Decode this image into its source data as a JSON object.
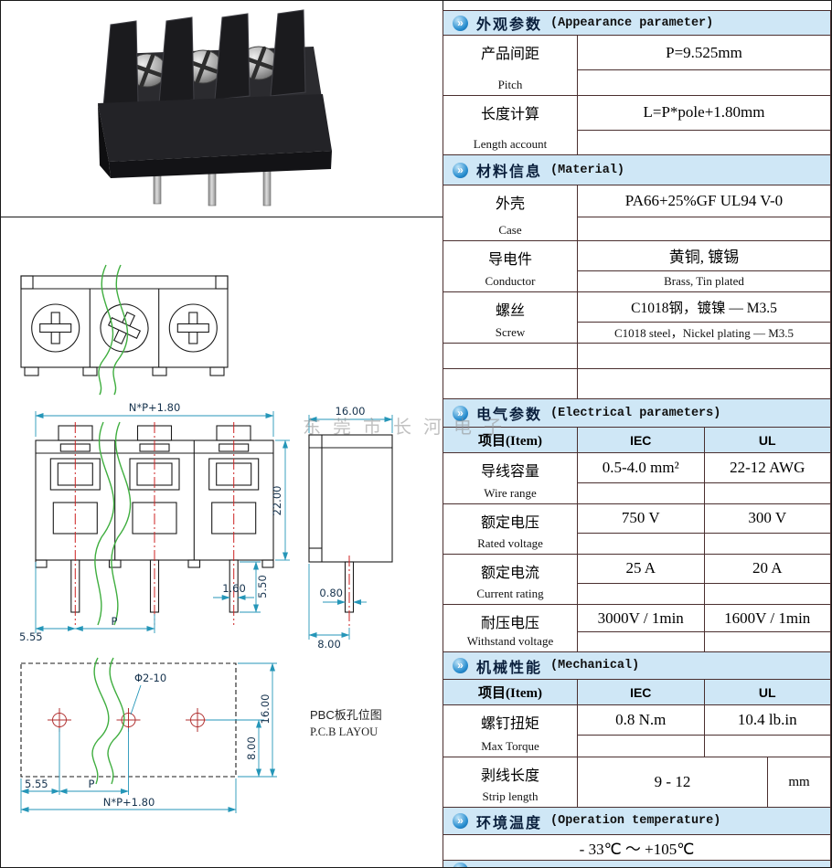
{
  "watermark": "东莞市长河电子",
  "ui": {
    "icon_glyph": "»"
  },
  "colors": {
    "header_bg": "#cfe7f6",
    "grid": "#4a2f2f",
    "dimension_line": "#2596b8",
    "centerline_red": "#cc2222",
    "breakline_green": "#3fae3f"
  },
  "sections": {
    "appearance": {
      "title_zh": "外观参数",
      "title_en": "(Appearance parameter)",
      "rows": [
        {
          "label_zh": "产品间距",
          "label_en": "Pitch",
          "value": "P=9.525mm",
          "value_en": ""
        },
        {
          "label_zh": "长度计算",
          "label_en": "Length account",
          "value": "L=P*pole+1.80mm",
          "value_en": ""
        }
      ]
    },
    "material": {
      "title_zh": "材料信息",
      "title_en": "(Material)",
      "rows": [
        {
          "label_zh": "外壳",
          "label_en": "Case",
          "value": "PA66+25%GF UL94 V-0",
          "value_en": ""
        },
        {
          "label_zh": "导电件",
          "label_en": "Conductor",
          "value": "黄铜, 镀锡",
          "value_en": "Brass, Tin plated"
        },
        {
          "label_zh": "螺丝",
          "label_en": "Screw",
          "value": "C1018钢，镀镍 — M3.5",
          "value_en": "C1018 steel，Nickel plating — M3.5"
        }
      ]
    },
    "electrical": {
      "title_zh": "电气参数",
      "title_en": "(Electrical parameters)",
      "header": {
        "item": "项目(Item)",
        "iec": "IEC",
        "ul": "UL"
      },
      "rows": [
        {
          "label_zh": "导线容量",
          "label_en": "Wire range",
          "iec": "0.5-4.0 mm²",
          "ul": "22-12 AWG"
        },
        {
          "label_zh": "额定电压",
          "label_en": "Rated voltage",
          "iec": "750 V",
          "ul": "300 V"
        },
        {
          "label_zh": "额定电流",
          "label_en": "Current rating",
          "iec": "25 A",
          "ul": "20 A"
        },
        {
          "label_zh": "耐压电压",
          "label_en": "Withstand voltage",
          "iec": "3000V / 1min",
          "ul": "1600V / 1min"
        }
      ]
    },
    "mechanical": {
      "title_zh": "机械性能",
      "title_en": "(Mechanical)",
      "header": {
        "item": "项目(Item)",
        "iec": "IEC",
        "ul": "UL"
      },
      "rows": [
        {
          "label_zh": "螺钉扭矩",
          "label_en": "Max Torque",
          "iec": "0.8 N.m",
          "ul": "10.4 lb.in"
        }
      ],
      "strip": {
        "label_zh": "剥线长度",
        "label_en": "Strip length",
        "value": "9 - 12",
        "unit": "mm"
      }
    },
    "temperature": {
      "title_zh": "环境温度",
      "title_en": "(Operation temperature)",
      "value": "- 33℃ ～ +105℃"
    }
  },
  "drawings": {
    "front_top_width": "N*P+1.80",
    "front_height": "22.00",
    "front_edge_offset": "5.55",
    "front_pitch": "P",
    "pin_width": "1.60",
    "pin_length": "5.50",
    "side_top_width": "16.00",
    "side_pin_width": "0.80",
    "side_pin_offset": "8.00",
    "pcb_hole": "Φ2-10",
    "pcb_height": "16.00",
    "pcb_hole_offset": "8.00",
    "pcb_edge_offset": "5.55",
    "pcb_pitch": "P",
    "pcb_width": "N*P+1.80",
    "pcb_caption_zh": "PBC板孔位图",
    "pcb_caption_en": "P.C.B LAYOU"
  }
}
